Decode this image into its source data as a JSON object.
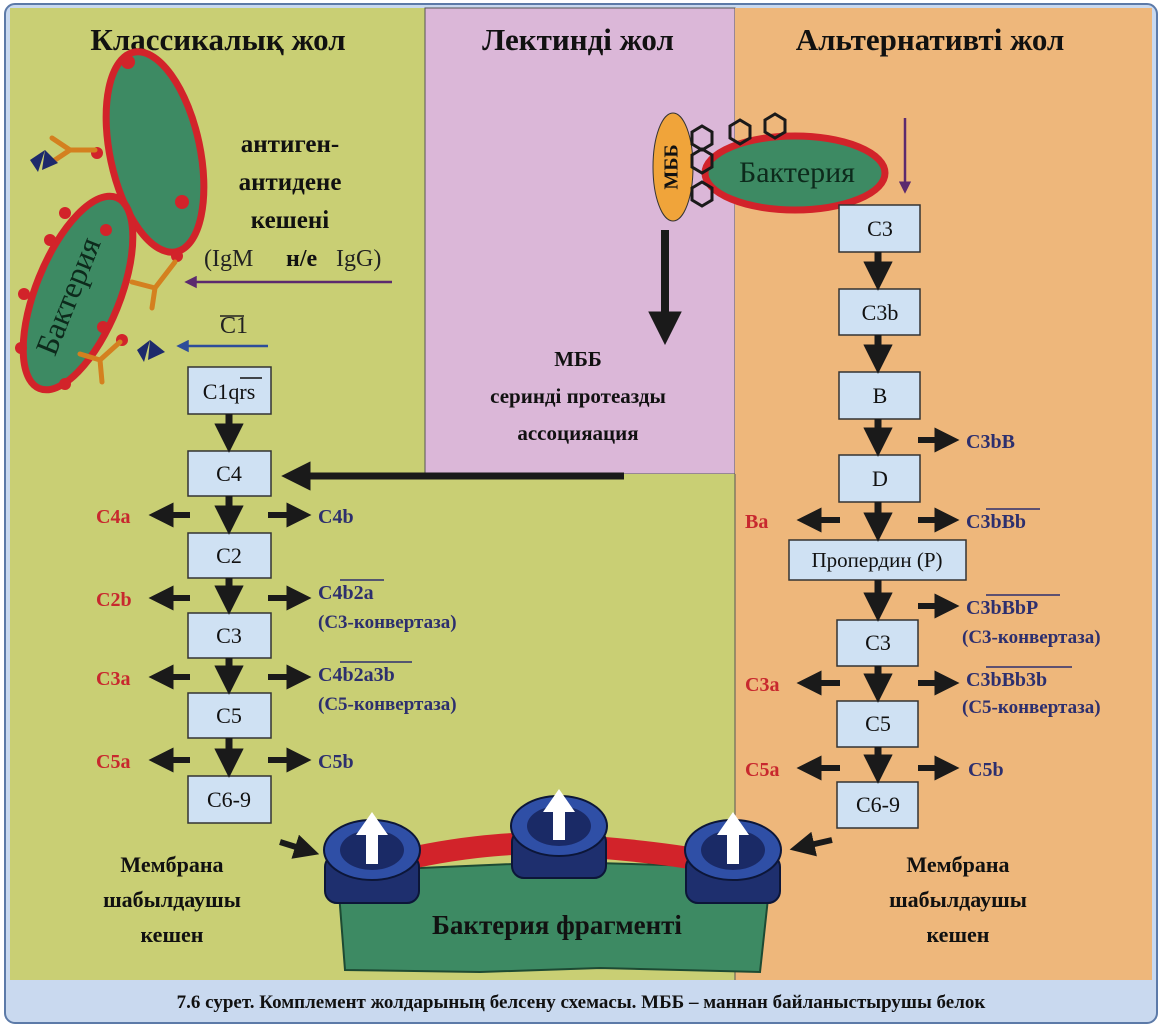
{
  "colors": {
    "classical_bg": "#c9cf74",
    "lectin_bg": "#dbb7d8",
    "alternative_bg": "#eeb77b",
    "box_fill": "#cfe1f3",
    "box_stroke": "#333333",
    "red_label": "#c8282e",
    "navy_label": "#2d2f6e",
    "bacteria_fill": "#3d8a63",
    "bacteria_stroke": "#d2232a",
    "mbb_fill": "#f0a43a",
    "caption_bg": "#c9d9ef",
    "purple_arrow": "#5c2a6e",
    "blue_arrow": "#2d4d9a"
  },
  "headings": {
    "classical": "Классикалық жол",
    "lectin": "Лектинді жол",
    "alternative": "Альтернативті жол"
  },
  "classical": {
    "complex_line1": "антиген-",
    "complex_line2": "антидене",
    "complex_line3": "кешені",
    "ig_left": "(IgM",
    "ig_mid": "н/е",
    "ig_right": "IgG)",
    "c1_label": "C1",
    "bacteria_label": "Бактерия",
    "boxes": [
      "C1qrs",
      "C4",
      "C2",
      "C3",
      "C5",
      "C6-9"
    ],
    "left_products": [
      "C4a",
      "C2b",
      "C3a",
      "C5a"
    ],
    "right_products": [
      "C4b",
      "C4b2a",
      "C4b2a3b",
      "C5b"
    ],
    "c3_convertase": "(C3-конвертаза)",
    "c5_convertase": "(C5-конвертаза)",
    "mac_line1": "Мембрана",
    "mac_line2": "шабылдаушы",
    "mac_line3": "кешен"
  },
  "lectin": {
    "mbb_label": "МББ",
    "assoc_line1": "МББ",
    "assoc_line2": "серинді протеазды",
    "assoc_line3": "ассоцияация"
  },
  "alternative": {
    "bacteria_label": "Бактерия",
    "boxes": [
      "C3",
      "C3b",
      "B",
      "D",
      "Пропердин (Р)",
      "C3",
      "C5",
      "C6-9"
    ],
    "left_products": [
      "Ba",
      "C3a",
      "C5a"
    ],
    "right_products": [
      "C3bB",
      "C3bBb",
      "C3bBbP",
      "C3bBb3b",
      "C5b"
    ],
    "c3_convertase": "(C3-конвертаза)",
    "c5_convertase": "(C5-конвертаза)",
    "mac_line1": "Мембрана",
    "mac_line2": "шабылдаушы",
    "mac_line3": "кешен"
  },
  "bottom": {
    "fragment_label": "Бактерия фрагменті"
  },
  "caption": "7.6 сурет. Комплемент жолдарының белсену схемасы. МББ – маннан байланыстырушы белок"
}
